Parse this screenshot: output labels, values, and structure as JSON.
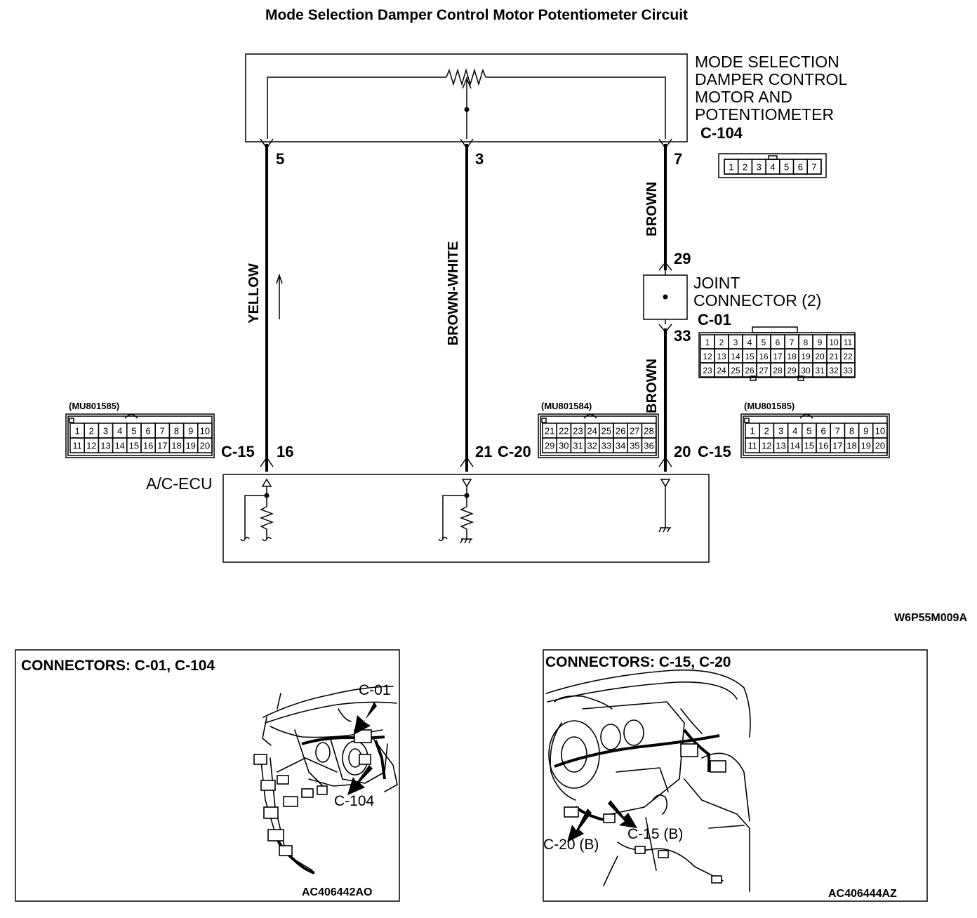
{
  "title": "Mode Selection Damper Control Motor Potentiometer Circuit",
  "figure_id": "W6P55M009A",
  "motor": {
    "label_lines": [
      "MODE SELECTION",
      "DAMPER CONTROL",
      "MOTOR AND",
      "POTENTIOMETER"
    ],
    "connector": "C-104",
    "pins": [
      "5",
      "3",
      "7"
    ],
    "connector_cells": [
      "1",
      "2",
      "3",
      "4",
      "5",
      "6",
      "7"
    ]
  },
  "wires": {
    "left": "YELLOW",
    "middle": "BROWN-WHITE",
    "right_upper": "BROWN",
    "right_lower": "BROWN"
  },
  "joint": {
    "label_lines": [
      "JOINT",
      "CONNECTOR (2)"
    ],
    "connector": "C-01",
    "pin_top": "29",
    "pin_bottom": "33",
    "rows": [
      [
        "1",
        "2",
        "3",
        "4",
        "5",
        "6",
        "7",
        "8",
        "9",
        "10",
        "11"
      ],
      [
        "12",
        "13",
        "14",
        "15",
        "16",
        "17",
        "18",
        "19",
        "20",
        "21",
        "22"
      ],
      [
        "23",
        "24",
        "25",
        "26",
        "27",
        "28",
        "29",
        "30",
        "31",
        "32",
        "33"
      ]
    ]
  },
  "ecu": {
    "label": "A/C-ECU",
    "left_pin": "16",
    "left_conn": "C-15",
    "mid_pin": "21",
    "mid_conn": "C-20",
    "right_pin": "20",
    "right_conn": "C-15"
  },
  "part_left": {
    "code": "(MU801585)",
    "rows": [
      [
        "1",
        "2",
        "3",
        "4",
        "5",
        "6",
        "7",
        "8",
        "9",
        "10"
      ],
      [
        "11",
        "12",
        "13",
        "14",
        "15",
        "16",
        "17",
        "18",
        "19",
        "20"
      ]
    ]
  },
  "part_mid": {
    "code": "(MU801584)",
    "rows": [
      [
        "21",
        "22",
        "23",
        "24",
        "25",
        "26",
        "27",
        "28"
      ],
      [
        "29",
        "30",
        "31",
        "32",
        "33",
        "34",
        "35",
        "36"
      ]
    ]
  },
  "part_right": {
    "code": "(MU801585)",
    "rows": [
      [
        "1",
        "2",
        "3",
        "4",
        "5",
        "6",
        "7",
        "8",
        "9",
        "10"
      ],
      [
        "11",
        "12",
        "13",
        "14",
        "15",
        "16",
        "17",
        "18",
        "19",
        "20"
      ]
    ]
  },
  "panel_left": {
    "title": "CONNECTORS: C-01, C-104",
    "label_a": "C-01",
    "label_b": "C-104",
    "ref": "AC406442AO"
  },
  "panel_right": {
    "title": "CONNECTORS: C-15, C-20",
    "label_a": "C-20 (B)",
    "label_b": "C-15 (B)",
    "ref": "AC406444AZ"
  }
}
